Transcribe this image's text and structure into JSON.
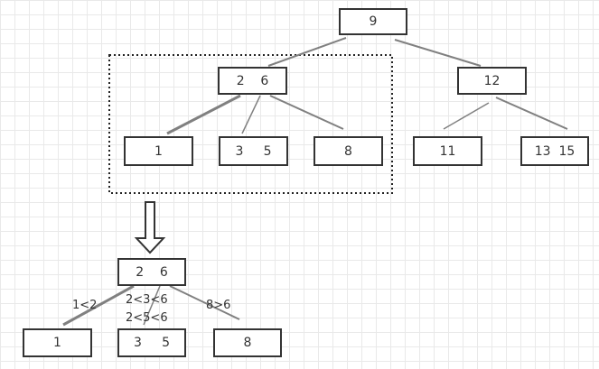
{
  "top_tree": {
    "root": "9",
    "left_internal": "2    6",
    "right_internal": "12",
    "leaf_1": "1",
    "leaf_35": "3     5",
    "leaf_8": "8",
    "leaf_11": "11",
    "leaf_1315": "13  15"
  },
  "subtree": {
    "parent": "2    6",
    "leaf_1": "1",
    "leaf_35": "3     5",
    "leaf_8": "8"
  },
  "annotations": {
    "left": "1<2",
    "middle_top": "2<3<6",
    "middle_bottom": "2<5<6",
    "right": "8>6"
  },
  "colors": {
    "grid": "#e9e9e9",
    "box_border": "#333333",
    "edge": "#808080",
    "dotted_border": "#222222"
  },
  "icons": {
    "arrow": "down-arrow-icon"
  }
}
